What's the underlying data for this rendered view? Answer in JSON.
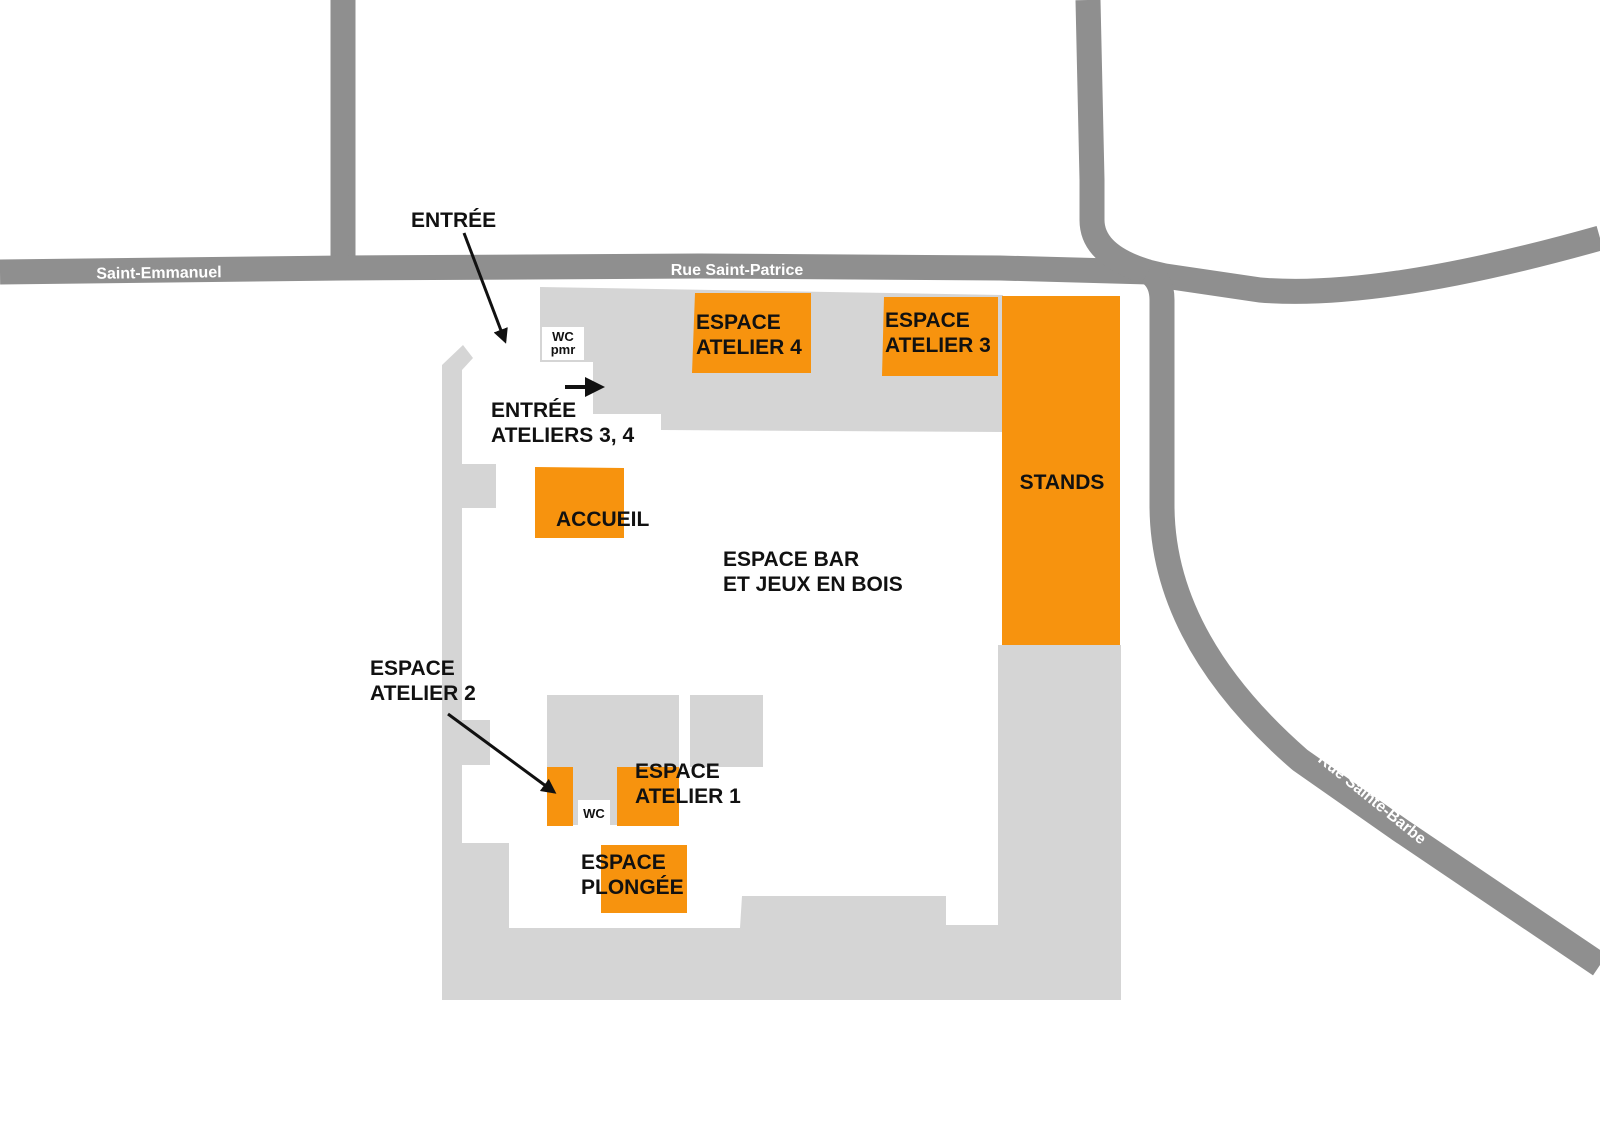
{
  "colors": {
    "road": "#8f8f8f",
    "building": "#d5d5d5",
    "zone": "#f7930e",
    "text": "#111111",
    "background": "#ffffff"
  },
  "streets": {
    "saint_emmanuel": "Saint-Emmanuel",
    "saint_patrice": "Rue Saint-Patrice",
    "sainte_barbe": "Rue Sainte-Barbe"
  },
  "zones": {
    "atelier4": [
      "ESPACE",
      "ATELIER 4"
    ],
    "atelier3": [
      "ESPACE",
      "ATELIER 3"
    ],
    "stands": "STANDS",
    "accueil": "ACCUEIL",
    "atelier1": [
      "ESPACE",
      "ATELIER 1"
    ],
    "plongee": [
      "ESPACE",
      "PLONGÉE"
    ]
  },
  "labels": {
    "entree": "ENTRÉE",
    "entree_ateliers": [
      "ENTRÉE",
      "ATELIERS 3, 4"
    ],
    "espace_bar": [
      "ESPACE BAR",
      "ET JEUX EN BOIS"
    ],
    "atelier2": [
      "ESPACE",
      "ATELIER 2"
    ]
  },
  "wc": {
    "pmr": [
      "WC",
      "pmr"
    ],
    "main": "WC"
  }
}
